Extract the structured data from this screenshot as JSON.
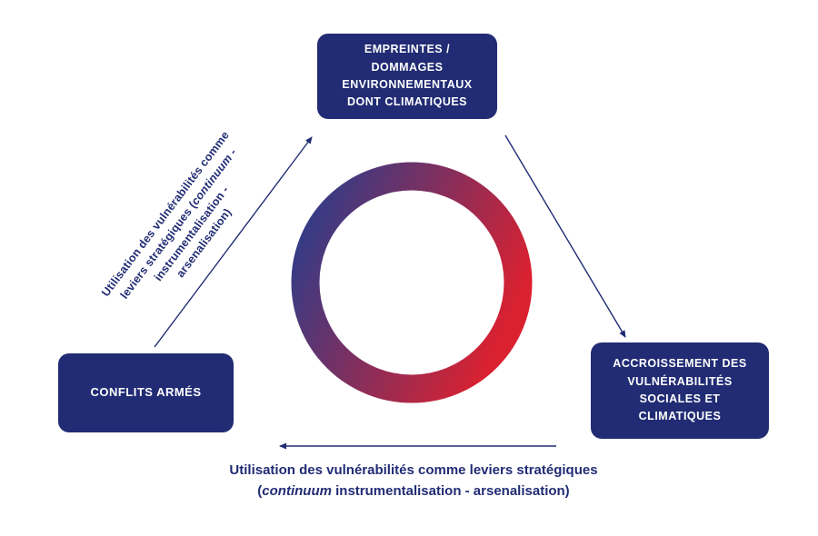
{
  "colors": {
    "navy": "#212c74",
    "ring_blue": "#303c88",
    "ring_red": "#da2130",
    "background": "#ffffff",
    "box_text": "#ffffff"
  },
  "nodes": {
    "top": {
      "label": "EMPREINTES /\nDOMMAGES\nENVIRONNEMENTAUX\nDONT CLIMATIQUES"
    },
    "right": {
      "label": "ACCROISSEMENT DES\nVULNÉRABILITÉS\nSOCIALES ET\nCLIMATIQUES"
    },
    "left": {
      "label": "CONFLITS ARMÉS"
    }
  },
  "edges": {
    "diagonal": {
      "line1": "Utilisation des vulnérabilités comme",
      "line2_prefix": "leviers stratégiques (",
      "line2_italic": "continuum",
      "line2_suffix": " -",
      "line3": "instrumentalisation -",
      "line4": "arsenalisation)"
    },
    "bottom": {
      "line1": "Utilisation des vulnérabilités comme leviers stratégiques",
      "line2_prefix": "(",
      "line2_italic": "continuum",
      "line2_suffix": " instrumentalisation - arsenalisation)"
    }
  }
}
